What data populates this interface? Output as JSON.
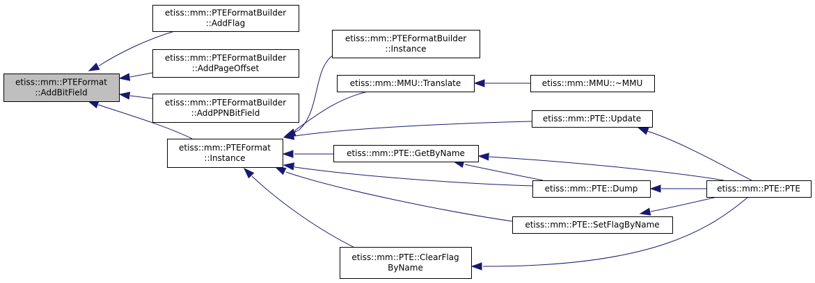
{
  "colors": {
    "edge": "#191970",
    "focus_fill": "#bfbfbf",
    "node_fill": "#ffffff",
    "border": "#000000"
  },
  "nodes": [
    {
      "id": "addbitfield",
      "focus": true,
      "lines": [
        "etiss::mm::PTEFormat",
        "::AddBitField"
      ]
    },
    {
      "id": "addflag",
      "lines": [
        "etiss::mm::PTEFormatBuilder",
        "::AddFlag"
      ]
    },
    {
      "id": "addpageoffset",
      "lines": [
        "etiss::mm::PTEFormatBuilder",
        "::AddPageOffset"
      ]
    },
    {
      "id": "addppnbitfield",
      "lines": [
        "etiss::mm::PTEFormatBuilder",
        "::AddPPNBitField"
      ]
    },
    {
      "id": "pteformat-instance",
      "lines": [
        "etiss::mm::PTEFormat",
        "::Instance"
      ]
    },
    {
      "id": "builder-instance",
      "lines": [
        "etiss::mm::PTEFormatBuilder",
        "::Instance"
      ]
    },
    {
      "id": "mmu-translate",
      "lines": [
        "etiss::mm::MMU::Translate"
      ]
    },
    {
      "id": "mmu-dtor",
      "lines": [
        "etiss::mm::MMU::~MMU"
      ]
    },
    {
      "id": "pte-update",
      "lines": [
        "etiss::mm::PTE::Update"
      ]
    },
    {
      "id": "pte-getbyname",
      "lines": [
        "etiss::mm::PTE::GetByName"
      ]
    },
    {
      "id": "pte-dump",
      "lines": [
        "etiss::mm::PTE::Dump"
      ]
    },
    {
      "id": "pte-pte",
      "lines": [
        "etiss::mm::PTE::PTE"
      ]
    },
    {
      "id": "pte-setflagbyname",
      "lines": [
        "etiss::mm::PTE::SetFlagByName"
      ]
    },
    {
      "id": "pte-clearflagbyname",
      "lines": [
        "etiss::mm::PTE::ClearFlag",
        "ByName"
      ]
    }
  ],
  "edges": [
    {
      "from": "addflag",
      "to": "addbitfield"
    },
    {
      "from": "addpageoffset",
      "to": "addbitfield"
    },
    {
      "from": "addppnbitfield",
      "to": "addbitfield"
    },
    {
      "from": "pteformat-instance",
      "to": "addbitfield"
    },
    {
      "from": "builder-instance",
      "to": "pteformat-instance"
    },
    {
      "from": "mmu-translate",
      "to": "pteformat-instance"
    },
    {
      "from": "pte-update",
      "to": "pteformat-instance"
    },
    {
      "from": "pte-getbyname",
      "to": "pteformat-instance"
    },
    {
      "from": "pte-dump",
      "to": "pteformat-instance"
    },
    {
      "from": "pte-setflagbyname",
      "to": "pteformat-instance"
    },
    {
      "from": "pte-clearflagbyname",
      "to": "pteformat-instance"
    },
    {
      "from": "mmu-dtor",
      "to": "mmu-translate"
    },
    {
      "from": "pte-pte",
      "to": "pte-update"
    },
    {
      "from": "pte-pte",
      "to": "pte-getbyname"
    },
    {
      "from": "pte-dump",
      "to": "pte-getbyname"
    },
    {
      "from": "pte-pte",
      "to": "pte-dump"
    },
    {
      "from": "pte-pte",
      "to": "pte-setflagbyname"
    },
    {
      "from": "pte-pte",
      "to": "pte-clearflagbyname"
    }
  ]
}
